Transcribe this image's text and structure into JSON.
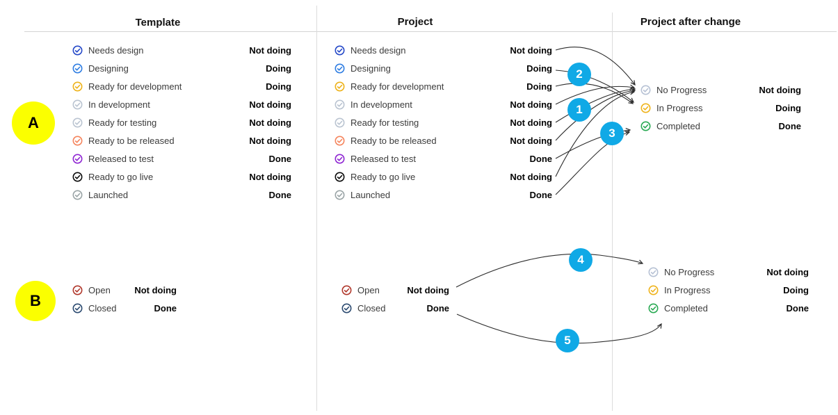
{
  "headers": {
    "template": "Template",
    "project": "Project",
    "after": "Project after change"
  },
  "markers": {
    "a": "A",
    "b": "B"
  },
  "callouts": {
    "c1": "1",
    "c2": "2",
    "c3": "3",
    "c4": "4",
    "c5": "5"
  },
  "colors": {
    "callout_blue": "#10a9e6",
    "marker_yellow": "#fbff00",
    "arrow": "#2b2b2b",
    "divider": "#d4d4d4"
  },
  "section_a": {
    "template_rows": [
      {
        "label": "Needs design",
        "value": "Not doing",
        "icon": "check-circle",
        "color": "#2448c8"
      },
      {
        "label": "Designing",
        "value": "Doing",
        "icon": "check-circle",
        "color": "#2e7de2"
      },
      {
        "label": "Ready for development",
        "value": "Doing",
        "icon": "check-circle",
        "color": "#eeb219"
      },
      {
        "label": "In development",
        "value": "Not doing",
        "icon": "check-circle",
        "color": "#bac4d1"
      },
      {
        "label": "Ready for testing",
        "value": "Not doing",
        "icon": "check-circle",
        "color": "#bac4d1"
      },
      {
        "label": "Ready to be released",
        "value": "Not doing",
        "icon": "check-circle",
        "color": "#f5845c"
      },
      {
        "label": "Released to test",
        "value": "Done",
        "icon": "check-circle",
        "color": "#8e24d2"
      },
      {
        "label": "Ready to go live",
        "value": "Not doing",
        "icon": "check-circle",
        "color": "#0a0a0a"
      },
      {
        "label": "Launched",
        "value": "Done",
        "icon": "check-circle",
        "color": "#9aa4a6"
      }
    ],
    "project_rows": [
      {
        "label": "Needs design",
        "value": "Not doing",
        "icon": "check-circle",
        "color": "#2448c8"
      },
      {
        "label": "Designing",
        "value": "Doing",
        "icon": "check-circle",
        "color": "#2e7de2"
      },
      {
        "label": "Ready for development",
        "value": "Doing",
        "icon": "check-circle",
        "color": "#eeb219"
      },
      {
        "label": "In development",
        "value": "Not doing",
        "icon": "check-circle",
        "color": "#bac4d1"
      },
      {
        "label": "Ready for testing",
        "value": "Not doing",
        "icon": "check-circle",
        "color": "#bac4d1"
      },
      {
        "label": "Ready to be released",
        "value": "Not doing",
        "icon": "check-circle",
        "color": "#f5845c"
      },
      {
        "label": "Released to test",
        "value": "Done",
        "icon": "check-circle",
        "color": "#8e24d2"
      },
      {
        "label": "Ready to go live",
        "value": "Not doing",
        "icon": "check-circle",
        "color": "#0a0a0a"
      },
      {
        "label": "Launched",
        "value": "Done",
        "icon": "check-circle",
        "color": "#9aa4a6"
      }
    ],
    "after_rows": [
      {
        "label": "No Progress",
        "value": "Not doing",
        "icon": "check-circle",
        "color": "#b6c1d4"
      },
      {
        "label": "In Progress",
        "value": "Doing",
        "icon": "check-circle",
        "color": "#efb31b"
      },
      {
        "label": "Completed",
        "value": "Done",
        "icon": "check-circle",
        "color": "#28a952"
      }
    ]
  },
  "section_b": {
    "template_rows": [
      {
        "label": "Open",
        "value": "Not doing",
        "icon": "check-circle",
        "color": "#b0372b"
      },
      {
        "label": "Closed",
        "value": "Done",
        "icon": "check-circle",
        "color": "#2b4a70"
      }
    ],
    "project_rows": [
      {
        "label": "Open",
        "value": "Not doing",
        "icon": "check-circle",
        "color": "#b0372b"
      },
      {
        "label": "Closed",
        "value": "Done",
        "icon": "check-circle",
        "color": "#2b4a70"
      }
    ],
    "after_rows": [
      {
        "label": "No Progress",
        "value": "Not doing",
        "icon": "check-circle",
        "color": "#b6c1d4"
      },
      {
        "label": "In Progress",
        "value": "Doing",
        "icon": "check-circle",
        "color": "#efb31b"
      },
      {
        "label": "Completed",
        "value": "Done",
        "icon": "check-circle",
        "color": "#28a952"
      }
    ]
  },
  "arrows": [
    {
      "from": "Needs design",
      "to": "No Progress"
    },
    {
      "from": "Designing",
      "to": "In Progress"
    },
    {
      "from": "Ready for development",
      "to": "In Progress"
    },
    {
      "from": "In development",
      "to": "No Progress"
    },
    {
      "from": "Ready for testing",
      "to": "No Progress"
    },
    {
      "from": "Ready to be released",
      "to": "No Progress"
    },
    {
      "from": "Released to test",
      "to": "Completed"
    },
    {
      "from": "Ready to go live",
      "to": "No Progress"
    },
    {
      "from": "Launched",
      "to": "Completed"
    },
    {
      "from": "Open",
      "to": "No Progress",
      "callout": "4"
    },
    {
      "from": "Closed",
      "to": "Completed",
      "callout": "5"
    }
  ]
}
